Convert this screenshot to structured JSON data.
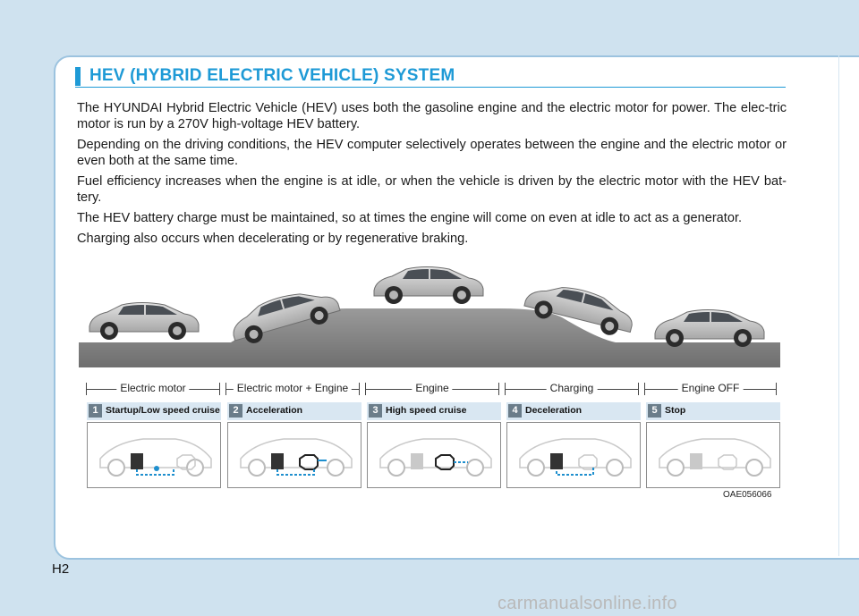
{
  "header": {
    "title": "HEV (HYBRID ELECTRIC VEHICLE) SYSTEM"
  },
  "body": {
    "paragraphs": [
      "The HYUNDAI Hybrid Electric Vehicle (HEV) uses both the gasoline engine and the electric motor for power. The elec-tric motor is run by a 270V high-voltage HEV battery.",
      "Depending on the driving conditions, the HEV computer selectively operates between the engine and the electric motor or even both at the same time.",
      "Fuel efficiency increases when the engine is at idle, or when the vehicle is driven by the electric motor with the HEV bat-tery.",
      "The HEV battery charge must be maintained, so at times the engine will come on even at idle to act as a generator.",
      "Charging also occurs when decelerating or by regenerative braking."
    ]
  },
  "figure": {
    "power_sources": [
      "Electric motor",
      "Electric motor + Engine",
      "Engine",
      "Charging",
      "Engine OFF"
    ],
    "modes": [
      {
        "number": "1",
        "name": "Startup/Low speed cruise"
      },
      {
        "number": "2",
        "name": "Acceleration"
      },
      {
        "number": "3",
        "name": "High speed cruise"
      },
      {
        "number": "4",
        "name": "Deceleration"
      },
      {
        "number": "5",
        "name": "Stop"
      }
    ],
    "code": "OAE056066"
  },
  "footer": {
    "page_number": "H2",
    "watermark": "carmanualsonline.info"
  },
  "colors": {
    "accent": "#1e9ad6",
    "background": "#cfe2ef",
    "flow": "#1e8fce"
  }
}
